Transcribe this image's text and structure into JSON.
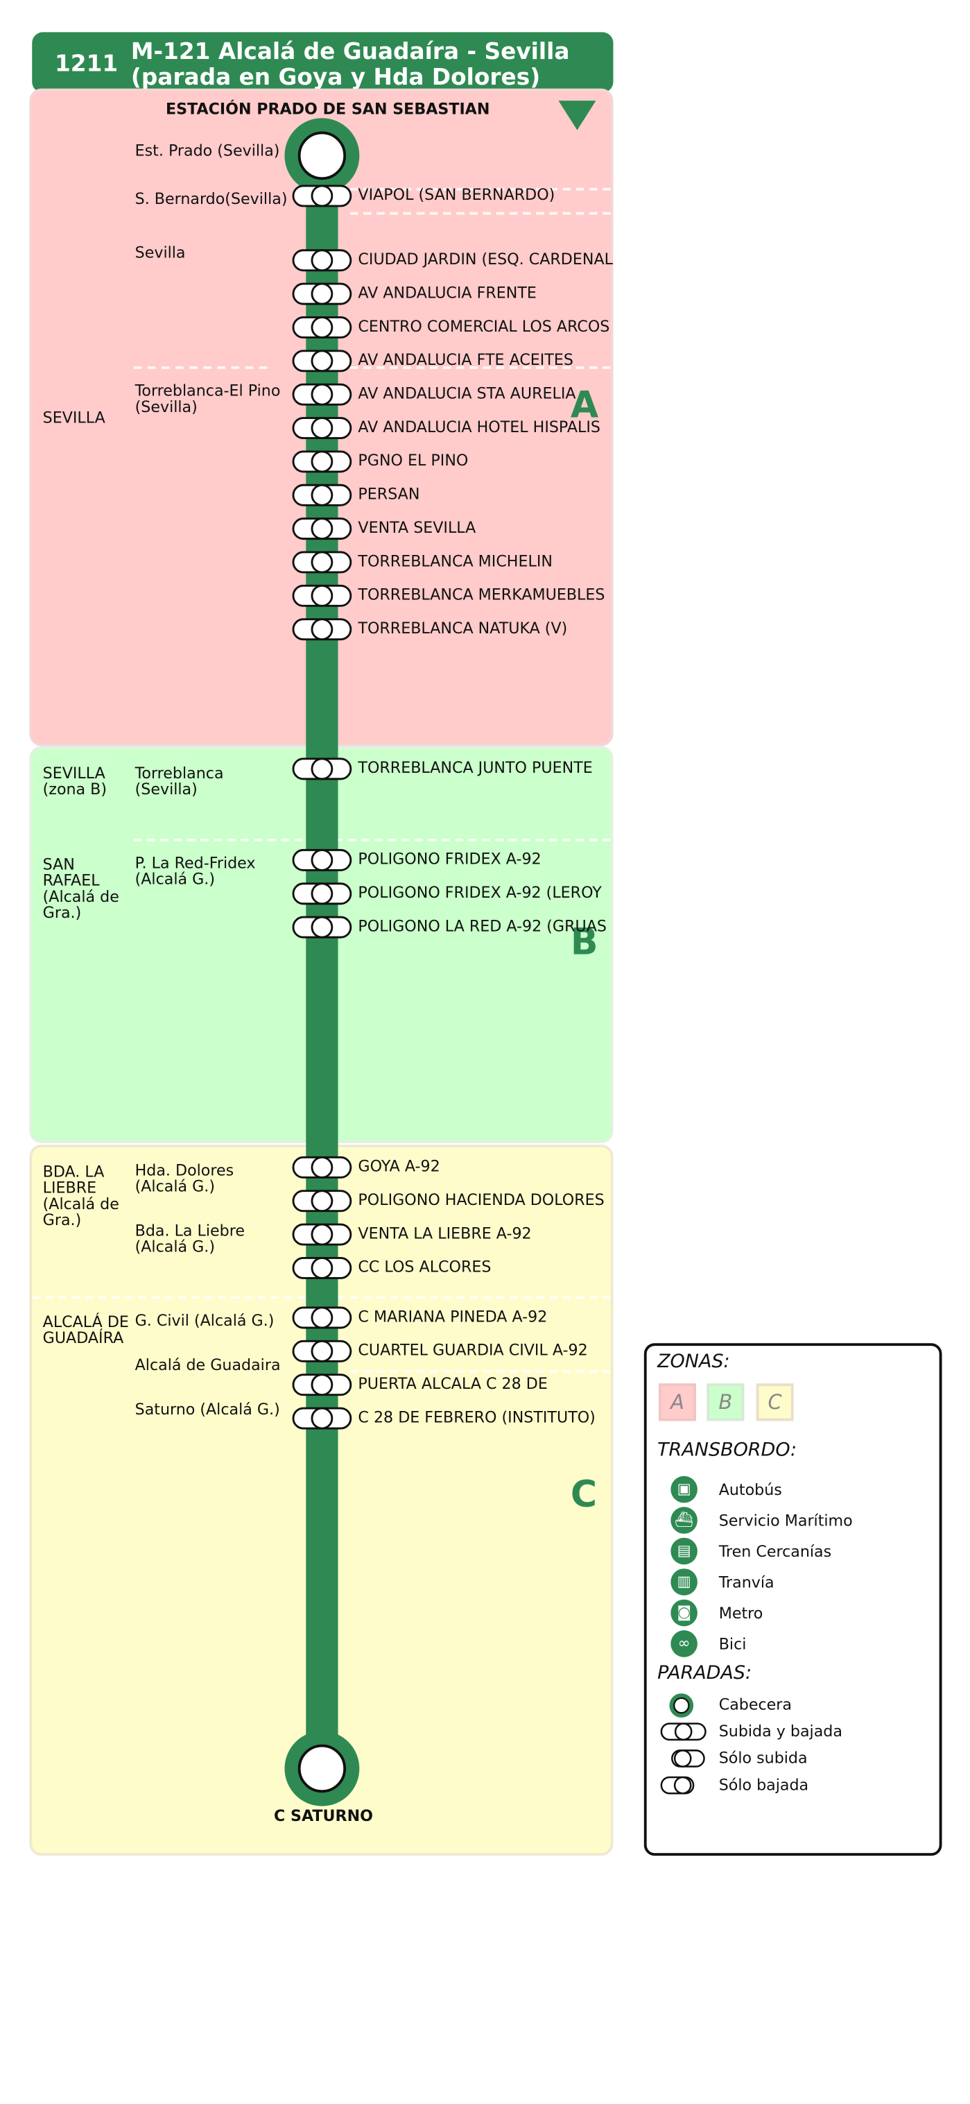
{
  "header": {
    "code": "1211",
    "line": "M-121  Alcalá de Guadaíra - Sevilla",
    "subtitle": "(parada en Goya y Hda Dolores)"
  },
  "colors": {
    "green": "#2e8a52",
    "zone_a": "#ffcbcb",
    "zone_b": "#cbffcb",
    "zone_c": "#fffccb"
  },
  "direction_icon": "down-triangle-icon",
  "terminals": {
    "start": "ESTACIÓN PRADO DE SAN SEBASTIAN",
    "end": "C SATURNO"
  },
  "zones": [
    {
      "letter": "A",
      "color": "#ffcbcb"
    },
    {
      "letter": "B",
      "color": "#cbffcb"
    },
    {
      "letter": "C",
      "color": "#fffccb"
    }
  ],
  "municipalities": [
    "SEVILLA",
    "SEVILLA (zona B)",
    "SAN RAFAEL (Alcalá de Gra.)",
    "BDA. LA LIEBRE (Alcalá de Gra.)",
    "ALCALÁ DE GUADAÍRA"
  ],
  "nuclei": [
    "Est. Prado (Sevilla)",
    "S. Bernardo(Sevilla)",
    "Sevilla",
    "Torreblanca-El Pino (Sevilla)",
    "Torreblanca (Sevilla)",
    "P. La Red-Fridex (Alcalá G.)",
    "Hda. Dolores (Alcalá G.)",
    "Bda. La Liebre (Alcalá G.)",
    "G. Civil (Alcalá G.)",
    "Alcalá de Guadaira",
    "Saturno (Alcalá G.)"
  ],
  "stops": [
    {
      "name": "VIAPOL (SAN BERNARDO)",
      "type": "both"
    },
    {
      "name": "CIUDAD JARDIN (ESQ. CARDENAL",
      "type": "both"
    },
    {
      "name": "AV ANDALUCIA FRENTE",
      "type": "both"
    },
    {
      "name": "CENTRO COMERCIAL LOS ARCOS",
      "type": "both"
    },
    {
      "name": "AV ANDALUCIA FTE ACEITES",
      "type": "both"
    },
    {
      "name": "AV ANDALUCIA STA AURELIA",
      "type": "both"
    },
    {
      "name": "AV ANDALUCIA HOTEL HISPALIS",
      "type": "both"
    },
    {
      "name": "PGNO EL PINO",
      "type": "both"
    },
    {
      "name": "PERSAN",
      "type": "both"
    },
    {
      "name": "VENTA SEVILLA",
      "type": "both"
    },
    {
      "name": "TORREBLANCA MICHELIN",
      "type": "both"
    },
    {
      "name": "TORREBLANCA MERKAMUEBLES",
      "type": "both"
    },
    {
      "name": "TORREBLANCA NATUKA (V)",
      "type": "both"
    },
    {
      "name": "TORREBLANCA JUNTO PUENTE",
      "type": "both"
    },
    {
      "name": "POLIGONO FRIDEX A-92",
      "type": "both"
    },
    {
      "name": "POLIGONO FRIDEX A-92 (LEROY",
      "type": "both"
    },
    {
      "name": "POLIGONO LA RED A-92 (GRUAS",
      "type": "both"
    },
    {
      "name": "GOYA A-92",
      "type": "both"
    },
    {
      "name": "POLIGONO HACIENDA DOLORES",
      "type": "both"
    },
    {
      "name": "VENTA LA LIEBRE A-92",
      "type": "both"
    },
    {
      "name": "CC LOS ALCORES",
      "type": "both"
    },
    {
      "name": "C MARIANA PINEDA A-92",
      "type": "both"
    },
    {
      "name": "CUARTEL GUARDIA CIVIL A-92",
      "type": "both"
    },
    {
      "name": "PUERTA ALCALA C 28 DE",
      "type": "both"
    },
    {
      "name": "C 28 DE FEBRERO (INSTITUTO)",
      "type": "both"
    }
  ],
  "legend": {
    "zones_title": "ZONAS:",
    "zone_letters": [
      "A",
      "B",
      "C"
    ],
    "transfer_title": "TRANSBORDO:",
    "transfers": [
      {
        "label": "Autobús",
        "icon": "bus-icon"
      },
      {
        "label": "Servicio Marítimo",
        "icon": "ferry-icon"
      },
      {
        "label": "Tren Cercanías",
        "icon": "train-icon"
      },
      {
        "label": "Tranvía",
        "icon": "tram-icon"
      },
      {
        "label": "Metro",
        "icon": "metro-icon"
      },
      {
        "label": "Bici",
        "icon": "bike-icon"
      }
    ],
    "stops_title": "PARADAS:",
    "stop_types": [
      {
        "label": "Cabecera",
        "icon": "terminal-stop-icon"
      },
      {
        "label": "Subida y bajada",
        "icon": "boarding-alighting-stop-icon"
      },
      {
        "label": "Sólo subida",
        "icon": "boarding-only-stop-icon"
      },
      {
        "label": "Sólo bajada",
        "icon": "alighting-only-stop-icon"
      }
    ]
  }
}
